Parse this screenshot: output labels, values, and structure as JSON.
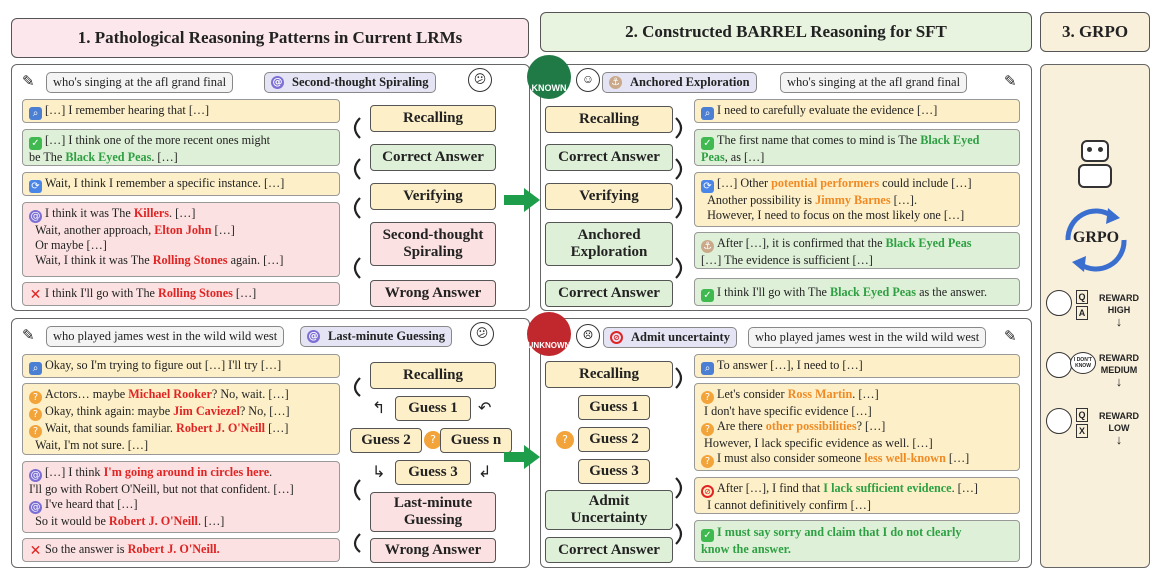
{
  "headers": {
    "h1": "1. Pathological Reasoning Patterns in Current LRMs",
    "h2": "2. Constructed BARREL Reasoning for SFT",
    "h3": "3. GRPO"
  },
  "p1": {
    "question": "who's singing at the afl grand final",
    "pattern": "Second-thought Spiraling",
    "b1": "[…] I remember hearing that […]",
    "b2_l1_pre": "[…] I think one of the more recent ones might",
    "b2_l2_pre": "be The ",
    "b2_l2_hl": "Black Eyed Peas",
    "b2_l2_post": ". […]",
    "b3": "Wait, I think I remember a specific instance. […]",
    "b4_l1_pre": "I think it was The ",
    "b4_l1_hl": "Killers",
    "b4_l1_post": ". […]",
    "b4_l2_pre": "Wait, another approach, ",
    "b4_l2_hl": "Elton John",
    "b4_l2_post": " […]",
    "b4_l3": "Or maybe […]",
    "b4_l4_pre": "Wait, I think it was The ",
    "b4_l4_hl": "Rolling Stones",
    "b4_l4_post": " again. […]",
    "b5_pre": "I think I'll go with The ",
    "b5_hl": "Rolling Stones",
    "b5_post": " […]",
    "steps": [
      "Recalling",
      "Correct Answer",
      "Verifying",
      "Second-thought",
      "Spiraling",
      "Wrong Answer"
    ]
  },
  "p2": {
    "question": "who played james west in the wild wild west",
    "pattern": "Last-minute Guessing",
    "b1": "Okay, so I'm trying to figure out […] I'll try […]",
    "b2_l1_pre": "Actors… maybe ",
    "b2_l1_hl": "Michael Rooker",
    "b2_l1_post": "? No, wait. […]",
    "b2_l2_pre": "Okay, think again: maybe ",
    "b2_l2_hl": "Jim Caviezel",
    "b2_l2_post": "? No, […]",
    "b2_l3_pre": "Wait, that sounds familiar. ",
    "b2_l3_hl": "Robert J. O'Neill",
    "b2_l3_post": " […]",
    "b2_l4": "Wait, I'm not sure. […]",
    "b3_l1_pre": "[…] I think ",
    "b3_l1_hl": "I'm going around in circles here",
    "b3_l1_post": ".",
    "b3_l2": "I'll go with Robert O'Neill, but not that confident. […]",
    "b3_l3": "I've heard that […]",
    "b3_l4_pre": "So it would be ",
    "b3_l4_hl": "Robert J. O'Neill",
    "b3_l4_post": ". […]",
    "b4_pre": "So the answer is ",
    "b4_hl": "Robert J. O'Neill.",
    "steps": [
      "Recalling",
      "Guess 1",
      "Guess 2",
      "Guess n",
      "Guess 3",
      "Last-minute",
      "Guessing",
      "Wrong Answer"
    ]
  },
  "p3": {
    "badge": "KNOWN",
    "pattern": "Anchored Exploration",
    "question": "who's singing at the afl grand final",
    "b1": "I need to carefully evaluate the evidence […]",
    "b2_l1_pre": "The first name that comes to mind is The ",
    "b2_l1_hl": "Black Eyed",
    "b2_l2_hl": "Peas",
    "b2_l2_post": ", as […]",
    "b3_l1_pre": "[…] Other ",
    "b3_l1_hl": "potential performers",
    "b3_l1_post": " could include […]",
    "b3_l2_pre": "Another possibility is ",
    "b3_l2_hl": "Jimmy Barnes",
    "b3_l2_post": " […].",
    "b3_l3": "However, I need to focus on the most likely one […]",
    "b4_l1_pre": "After […], it is confirmed that the ",
    "b4_l1_hl": "Black Eyed Peas",
    "b4_l2": "[…] The evidence is sufficient […]",
    "b5_pre": "I think I'll go with The ",
    "b5_hl": "Black Eyed Peas",
    "b5_post": " as the answer.",
    "steps": [
      "Recalling",
      "Correct Answer",
      "Verifying",
      "Anchored",
      "Exploration",
      "Correct Answer"
    ]
  },
  "p4": {
    "badge": "UNKNOWN",
    "pattern": "Admit uncertainty",
    "question": "who played james west in the wild wild west",
    "b1": "To answer […], I need to […]",
    "b2_l1_pre": "Let's consider ",
    "b2_l1_hl": "Ross Martin",
    "b2_l1_post": ". […]",
    "b2_l2": "I don't have specific evidence […]",
    "b2_l3_pre": "Are there ",
    "b2_l3_hl": "other possibilities",
    "b2_l3_post": "? […]",
    "b2_l4": "However, I lack specific evidence as well. […]",
    "b2_l5_pre": "I must also consider someone ",
    "b2_l5_hl": "less well-known",
    "b2_l5_post": " […]",
    "b3_l1_pre": "After […], I find that ",
    "b3_l1_hl": "I lack sufficient evidence",
    "b3_l1_post": ". […]",
    "b3_l2": "I cannot definitively confirm […]",
    "b4_l1": "I must say sorry and claim that I do not clearly",
    "b4_l2": "know the answer.",
    "steps": [
      "Recalling",
      "Guess 1",
      "Guess 2",
      "Guess 3",
      "Admit",
      "Uncertainty",
      "Correct Answer"
    ]
  },
  "grpo": {
    "label": "GRPO",
    "rewards": [
      {
        "name": "REWARD",
        "level": "HIGH",
        "arrow": "↓"
      },
      {
        "name": "REWARD",
        "level": "MEDIUM",
        "arrow": "↓"
      },
      {
        "name": "REWARD",
        "level": "LOW",
        "arrow": "↓"
      }
    ],
    "qa_q": "Q",
    "qa_a": "A",
    "qa_x": "X",
    "idk": "I DON'T KNOW"
  }
}
